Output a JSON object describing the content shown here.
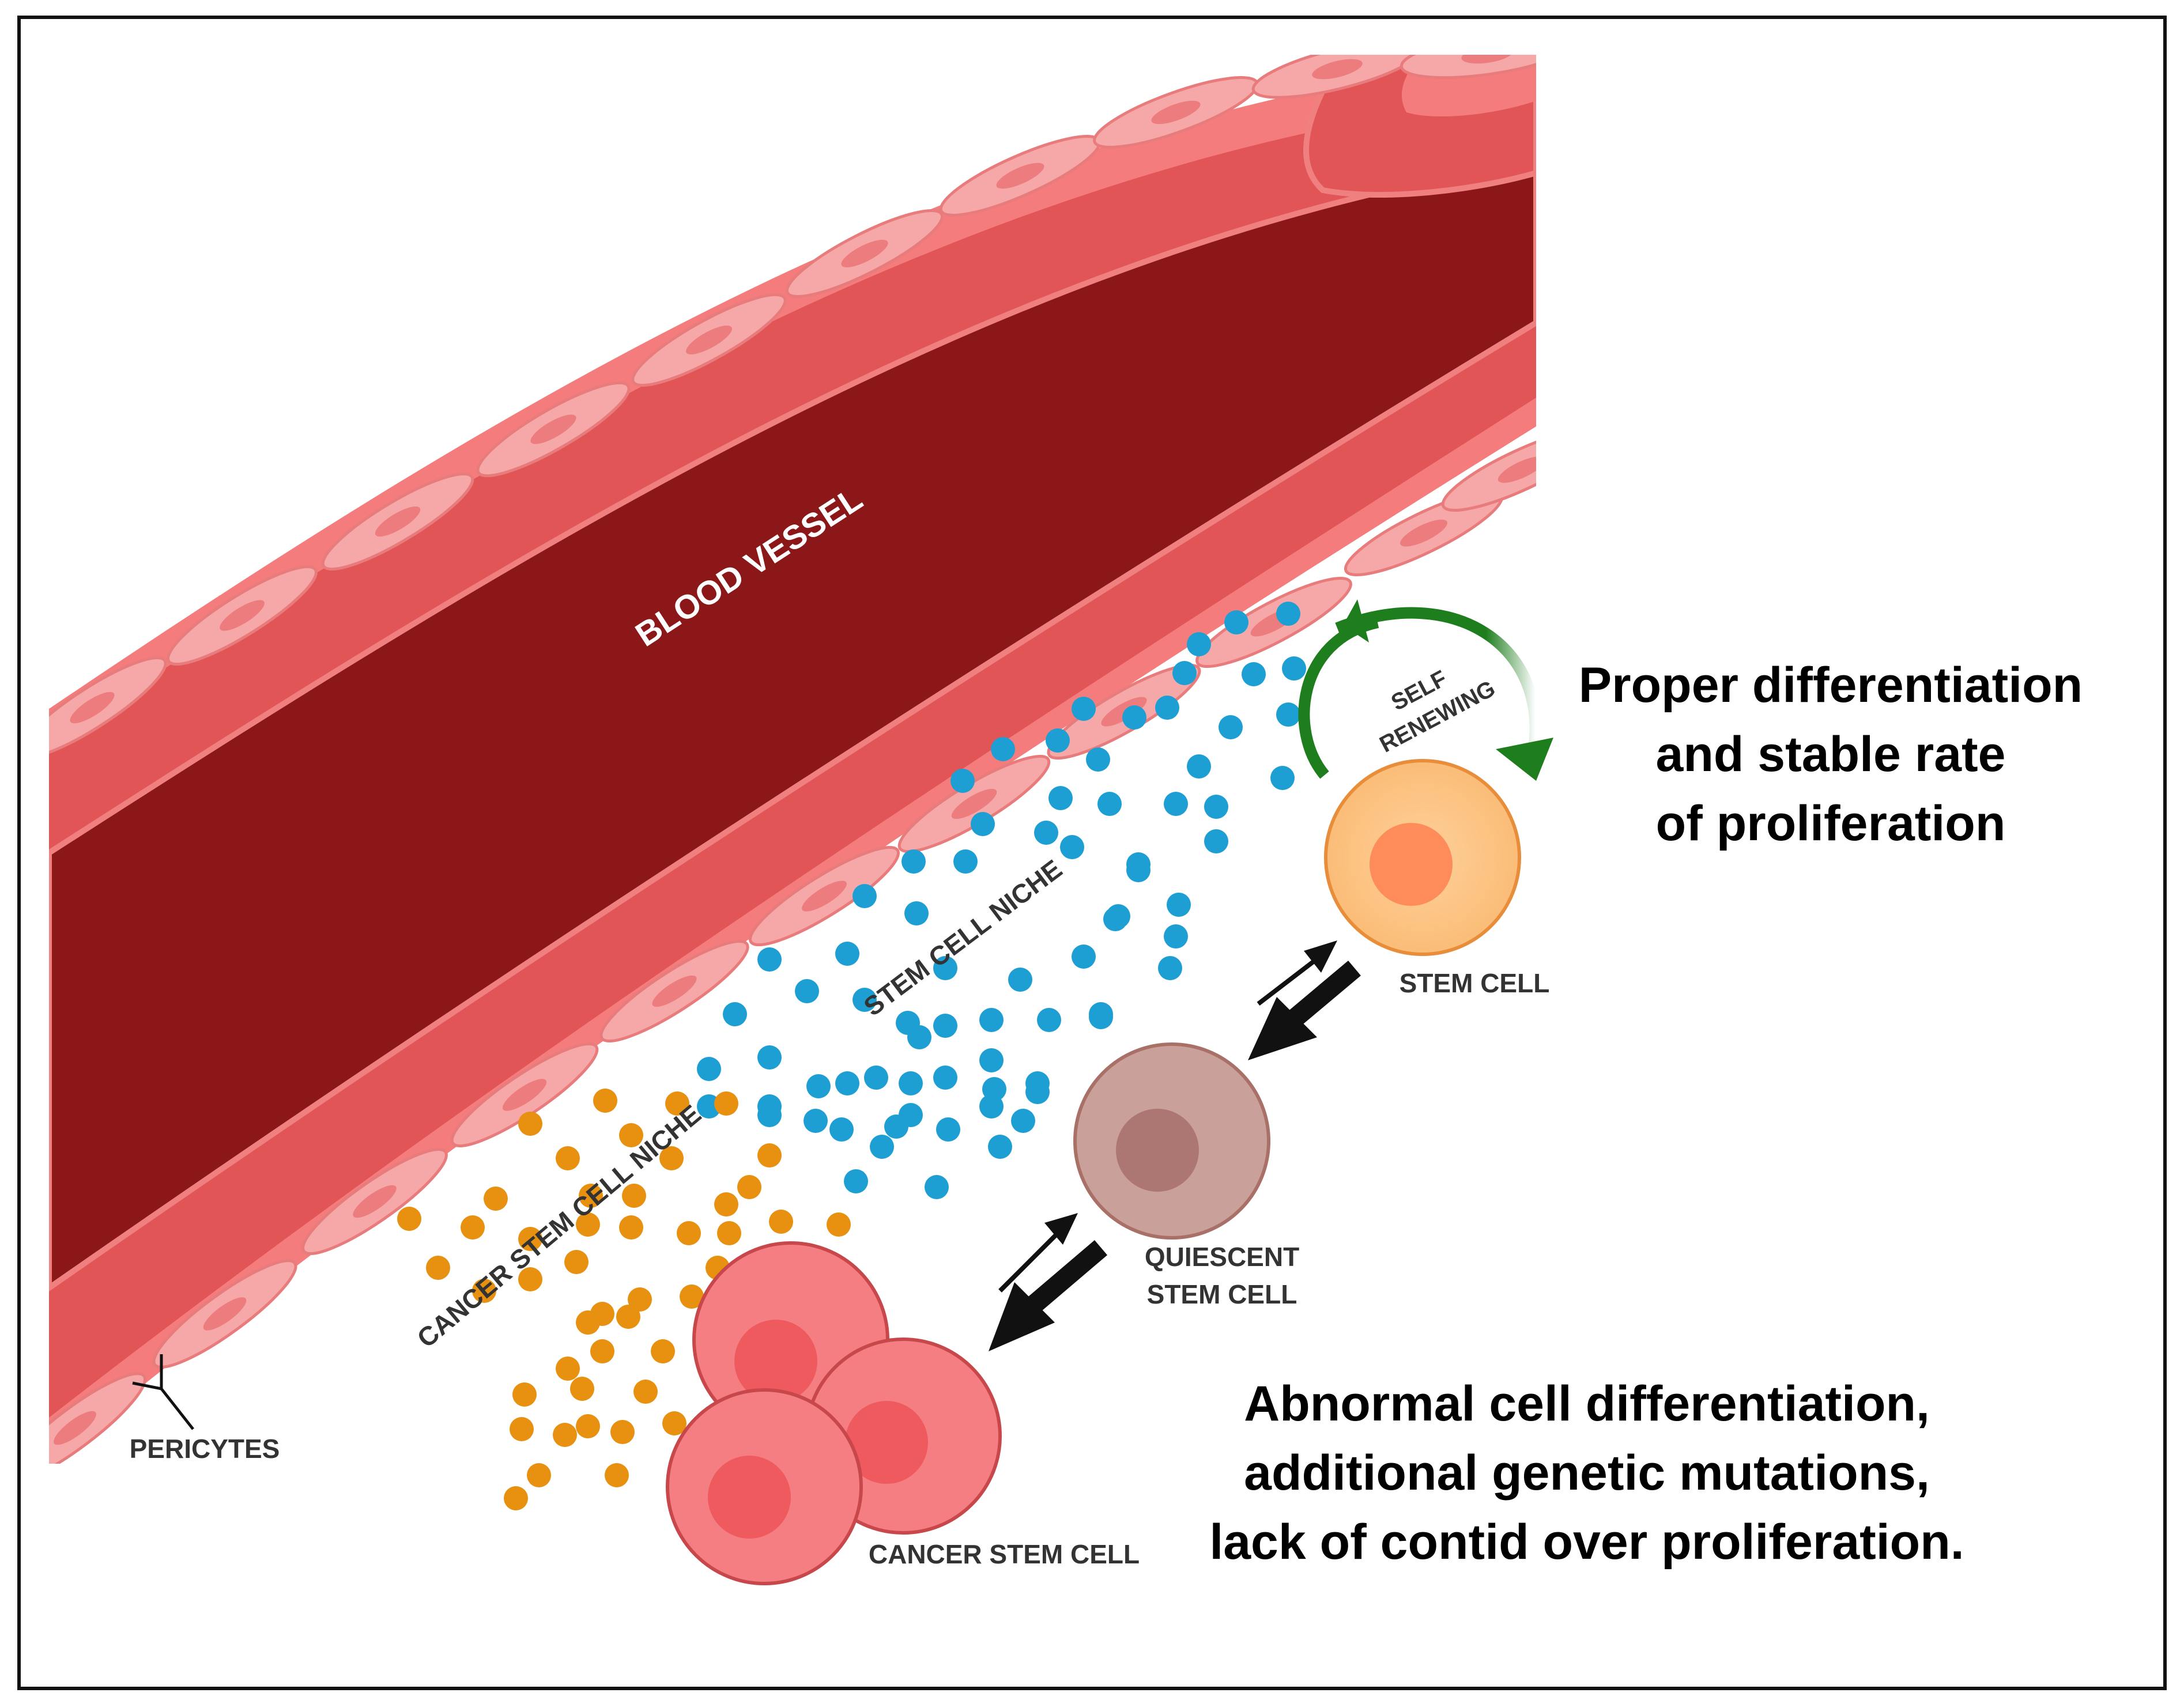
{
  "labels": {
    "blood_vessel": "BLOOD VESSEL",
    "self_renewing_line1": "SELF",
    "self_renewing_line2": "RENEWING",
    "stem_cell_niche": "STEM CELL NICHE",
    "cancer_stem_cell_niche": "CANCER STEM CELL NICHE",
    "stem_cell": "STEM CELL",
    "quiescent_line1": "QUIESCENT",
    "quiescent_line2": "STEM CELL",
    "cancer_stem_cell": "CANCER STEM CELL",
    "pericytes": "PERICYTES"
  },
  "notes": {
    "proper_line1": "Proper differentiation",
    "proper_line2": "and stable rate",
    "proper_line3": "of proliferation",
    "abnormal_line1": "Abnormal cell differentiation,",
    "abnormal_line2": "additional genetic mutations,",
    "abnormal_line3": "lack of contid over proliferation."
  },
  "colors": {
    "vessel_lumen": "#8b1719",
    "vessel_wall": "#e25556",
    "endothelium": "#f47c7c",
    "endothelial_cell": "#f6a8a8",
    "stem_dots": "#1e9fd4",
    "cancer_dots": "#e8900f",
    "stem_cell": "#fcc27e",
    "quiescent_cell": "#c9a19a",
    "cancer_cell": "#f47e82",
    "self_renewal_arrow": "#1e7e1e",
    "arrows": "#1a1a1a"
  }
}
